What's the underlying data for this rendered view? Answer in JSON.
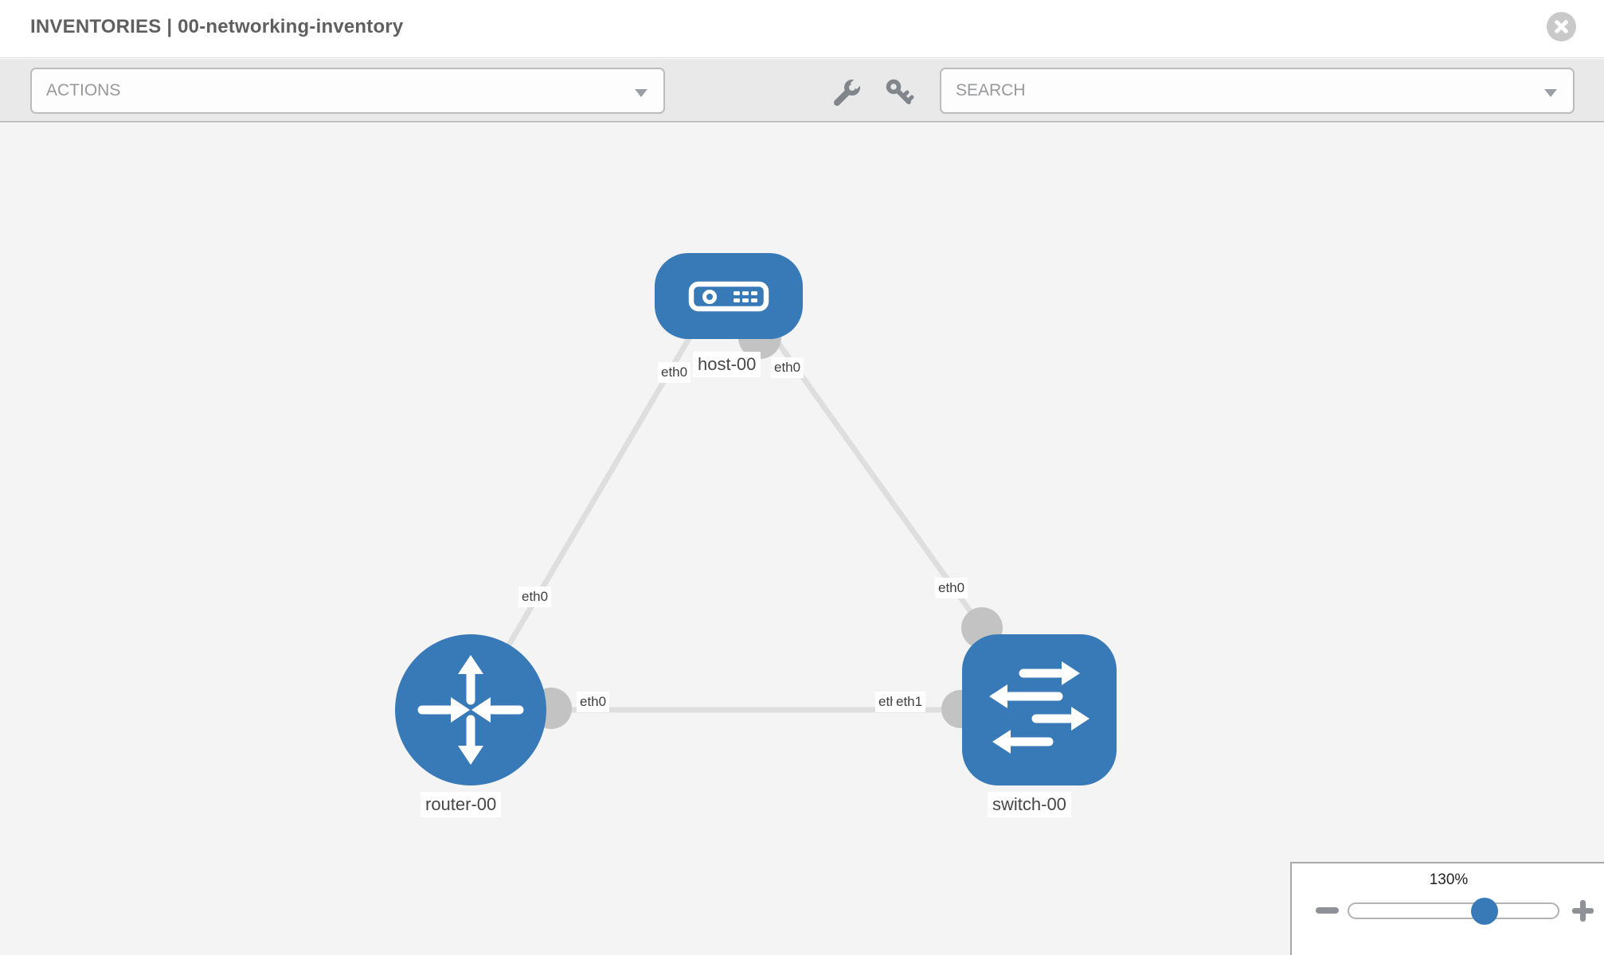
{
  "header": {
    "title": "INVENTORIES | 00-networking-inventory"
  },
  "toolbar": {
    "actions_label": "ACTIONS",
    "search_label": "SEARCH"
  },
  "graph": {
    "nodes": [
      {
        "id": "host-00",
        "type": "host",
        "label": "host-00"
      },
      {
        "id": "router-00",
        "type": "router",
        "label": "router-00"
      },
      {
        "id": "switch-00",
        "type": "switch",
        "label": "switch-00"
      }
    ],
    "links": [
      {
        "from": "router-00",
        "to": "host-00",
        "from_interface": "eth0",
        "to_interface": "eth0"
      },
      {
        "from": "host-00",
        "to": "switch-00",
        "from_interface": "eth0",
        "to_interface": "eth0"
      },
      {
        "from": "router-00",
        "to": "switch-00",
        "from_interface": "eth0",
        "to_interface": "eth1"
      }
    ],
    "node_labels": {
      "host": "host-00",
      "router": "router-00",
      "switch": "switch-00"
    },
    "if_labels": {
      "host_left": "eth0",
      "host_right": "eth0",
      "host_router_mid": "eth0",
      "host_switch_mid": "eth0",
      "router_right": "eth0",
      "switch_left_back": "eth0",
      "switch_left_front": "eth1"
    }
  },
  "zoom_control": {
    "level": "130%"
  },
  "colors": {
    "node_blue": "#3879b7",
    "interface_gray": "#c3c3c3",
    "link_gray": "#dedede",
    "toolbar_bg": "#e9e9e9",
    "canvas_bg": "#f4f4f4",
    "icon_gray": "#81868d"
  }
}
